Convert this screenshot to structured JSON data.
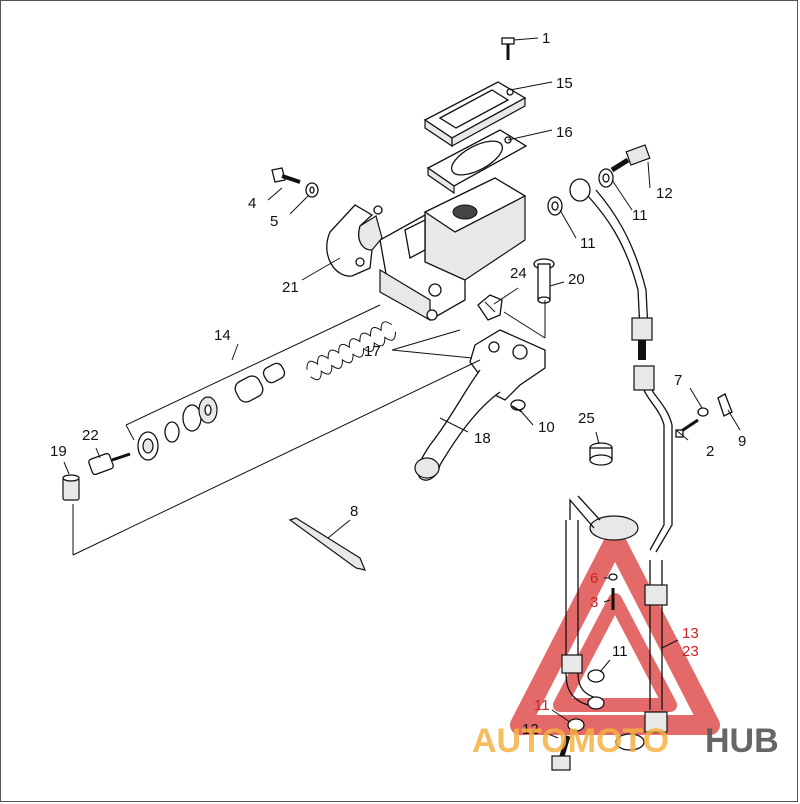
{
  "diagram": {
    "callouts": [
      "1",
      "15",
      "16",
      "12",
      "11",
      "11",
      "4",
      "5",
      "21",
      "24",
      "20",
      "14",
      "17",
      "7",
      "2",
      "9",
      "10",
      "18",
      "25",
      "19",
      "22",
      "8",
      "6",
      "3",
      "13",
      "23",
      "11",
      "11",
      "12"
    ]
  },
  "watermark": {
    "part1": "AUTOMOTO",
    "part2": "HUB",
    "color_orange": "#f5b041",
    "color_gray": "#555555",
    "triangle_color": "#e05050"
  }
}
